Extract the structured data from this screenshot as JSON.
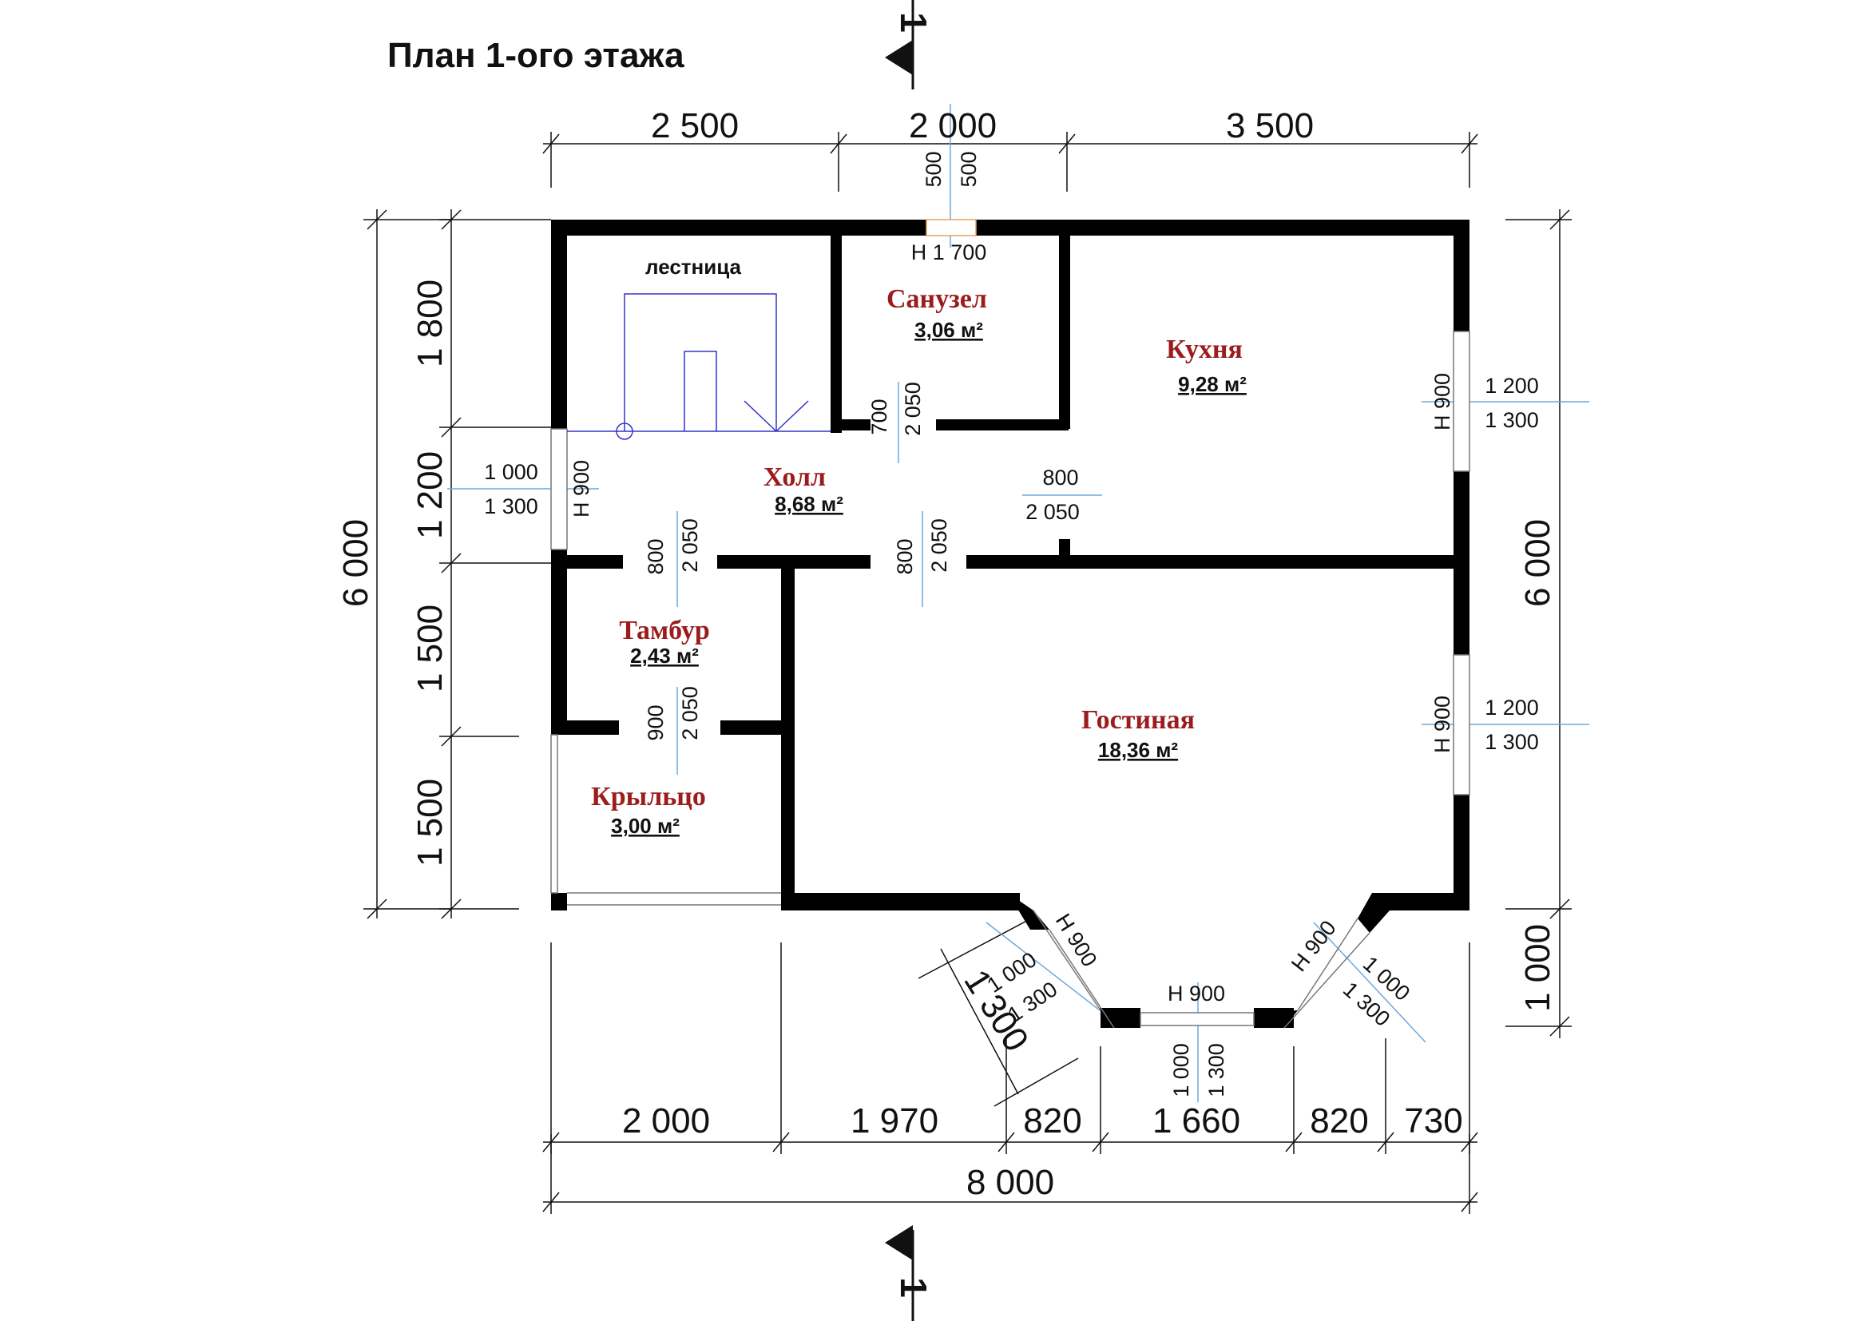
{
  "title": "План 1-ого этажа",
  "section_mark": "1",
  "stair_label": "лестница",
  "rooms": [
    {
      "name": "Санузел",
      "area": "3,06 м²"
    },
    {
      "name": "Кухня",
      "area": "9,28 м²"
    },
    {
      "name": "Холл",
      "area": "8,68 м²"
    },
    {
      "name": "Тамбур",
      "area": "2,43 м²"
    },
    {
      "name": "Крыльцо",
      "area": "3,00 м²"
    },
    {
      "name": "Гостиная",
      "area": "18,36 м²"
    }
  ],
  "dims_top": [
    "2 500",
    "2 000",
    "3 500"
  ],
  "dims_bottom": [
    "2 000",
    "1 970",
    "820",
    "1 660",
    "820",
    "730"
  ],
  "dim_total_width": "8 000",
  "dims_left": [
    "1 800",
    "1 200",
    "1 500",
    "1 500"
  ],
  "dim_total_height_left": "6 000",
  "dim_total_height_right": "6 000",
  "dim_porch_depth": "1 000",
  "dim_bay_diag": "1 300",
  "openings": {
    "top_window_offsets": [
      "500",
      "500"
    ],
    "top_window": "Н 1 700",
    "kitchen_window_w": "1 200",
    "kitchen_window_h": "1 300",
    "kitchen_window_sill": "Н 900",
    "living_window_w": "1 200",
    "living_window_h": "1 300",
    "living_window_sill": "Н 900",
    "hall_window_w": "1 000",
    "hall_window_h": "1 300",
    "hall_window_sill": "Н 900",
    "bath_door_w": "700",
    "bath_door_h": "2 050",
    "kitchen_door_w": "800",
    "kitchen_door_h": "2 050",
    "tambur_door_w": "800",
    "tambur_door_h": "2 050",
    "living_door_w": "800",
    "living_door_h": "2 050",
    "porch_door_w": "900",
    "porch_door_h": "2 050",
    "bay_left_sill": "Н 900",
    "bay_left_w": "1 000",
    "bay_left_h": "1 300",
    "bay_right_sill": "Н 900",
    "bay_right_w": "1 000",
    "bay_right_h": "1 300",
    "bay_mid_sill": "Н 900",
    "bay_mid_w": "1 000",
    "bay_mid_h": "1 300"
  }
}
